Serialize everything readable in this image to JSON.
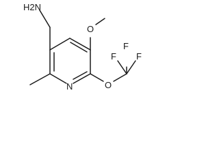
{
  "molecule": {
    "atoms": {
      "amine": "H2N",
      "methoxy_oxygen": "O",
      "trifluoromethoxy_oxygen": "O",
      "ring_nitrogen": "N",
      "fluorine_1": "F",
      "fluorine_2": "F",
      "fluorine_3": "F"
    }
  }
}
